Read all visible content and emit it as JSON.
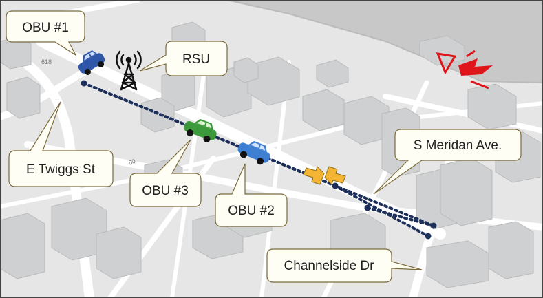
{
  "labels": {
    "obu1": "OBU #1",
    "rsu": "RSU",
    "twiggs": "E Twiggs St",
    "obu3": "OBU #3",
    "obu2": "OBU #2",
    "meridan": "S Meridan Ave.",
    "channelside": "Channelside Dr"
  },
  "road_marks": {
    "route_618": "618",
    "route_60": "60"
  },
  "colors": {
    "map_background": "#e6e6e6",
    "river": "#c9c9c9",
    "road": "#ffffff",
    "building": "#cfd0d1",
    "link": "#1b2f5a",
    "callout_fill": "#fffef4",
    "callout_stroke": "#7a6a3a",
    "obu1_car": "#2f56a8",
    "obu2_car": "#3f7fd2",
    "obu3_car": "#3c9a3c",
    "arrow": "#f3b533",
    "compass": "#e0151b"
  },
  "icons": {
    "obu1": "car-icon",
    "obu2": "car-icon",
    "obu3": "car-icon",
    "rsu": "antenna-tower-icon",
    "exchange": "bidirectional-arrows-icon",
    "compass": "compass-icon"
  }
}
